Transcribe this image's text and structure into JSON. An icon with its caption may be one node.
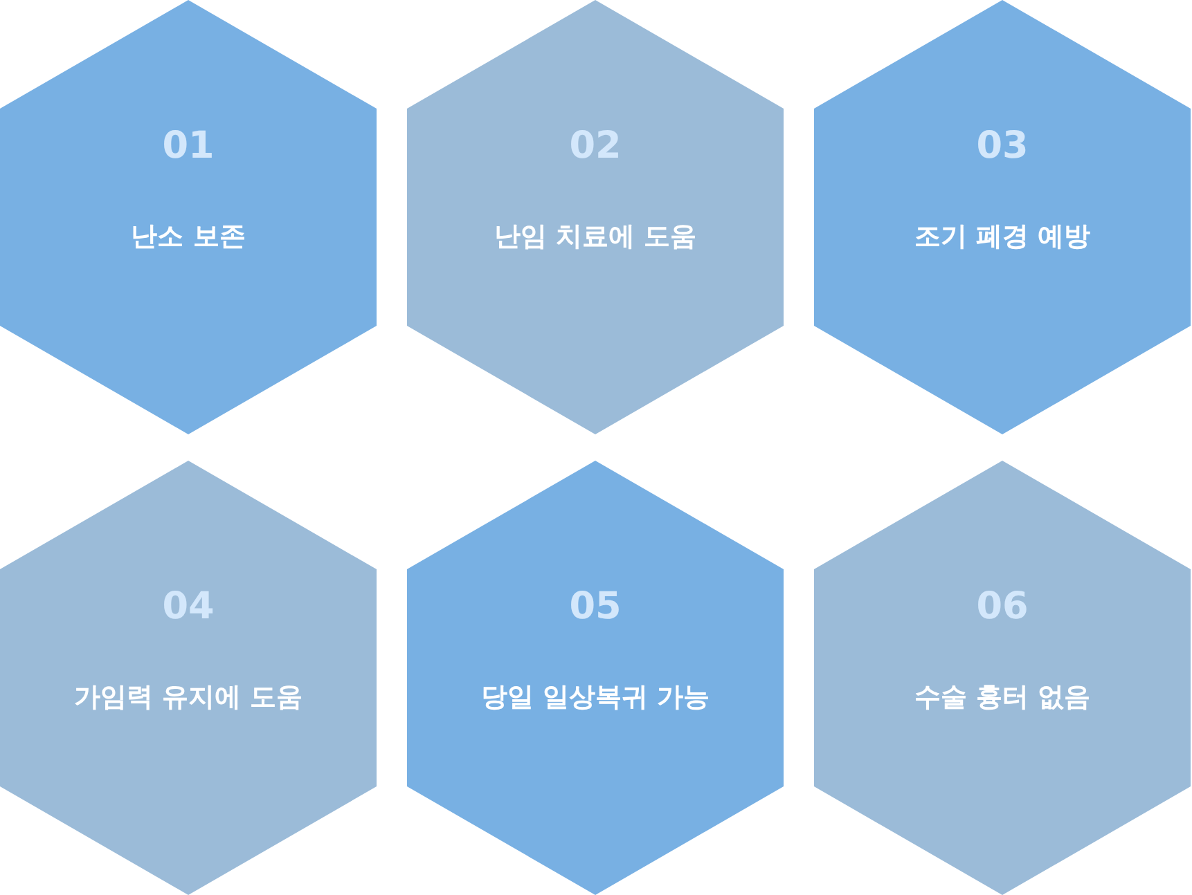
{
  "diagram": {
    "nodes": [
      {
        "text": [
          "01",
          "난소 보존"
        ]
      },
      {
        "text": [
          "02",
          "난임 치료에 도움"
        ]
      },
      {
        "text": [
          "03",
          "조기 폐경 예방"
        ]
      },
      {
        "text": [
          "04",
          "가임력 유지에 도움"
        ]
      },
      {
        "text": [
          "05",
          "당일 일상복귀 가능"
        ]
      },
      {
        "text": [
          "06",
          "수술 흉터 없음"
        ]
      }
    ]
  }
}
